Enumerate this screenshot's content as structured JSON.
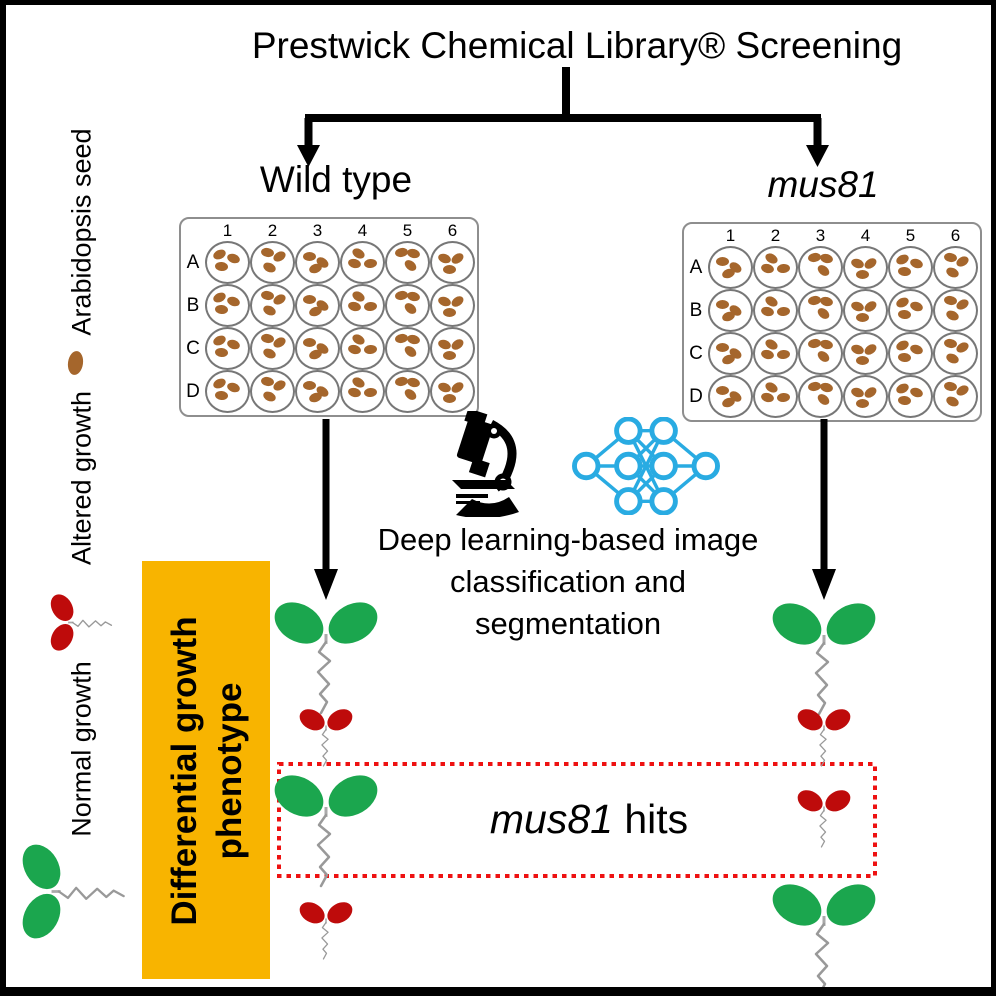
{
  "title": "Prestwick Chemical Library® Screening",
  "branches": {
    "left": "Wild type",
    "right": "mus81"
  },
  "plates": {
    "columns": [
      "1",
      "2",
      "3",
      "4",
      "5",
      "6"
    ],
    "rows": [
      "A",
      "B",
      "C",
      "D"
    ],
    "seeds_per_well": 3
  },
  "legend": {
    "seed": "Arabidopsis seed",
    "altered": "Altered growth",
    "normal": "Normal growth"
  },
  "pipeline": {
    "caption_line1": "Deep learning-based image",
    "caption_line2": "classification and",
    "caption_line3": "segmentation"
  },
  "results": {
    "differential_line1": "Differential growth",
    "differential_line2": "phenotype",
    "hits_italic": "mus81",
    "hits_rest": " hits",
    "wild_type_sequence": [
      "normal",
      "altered",
      "normal",
      "altered"
    ],
    "mus81_sequence": [
      "normal",
      "altered",
      "altered",
      "normal"
    ]
  },
  "colors": {
    "seed_brown": "#A5662C",
    "normal_green": "#1BA64E",
    "altered_red": "#BE0B0B",
    "network_blue": "#29ABE2",
    "differential_box": "#F8B400",
    "hits_box_red": "#EE1111",
    "root_gray": "#999999"
  }
}
